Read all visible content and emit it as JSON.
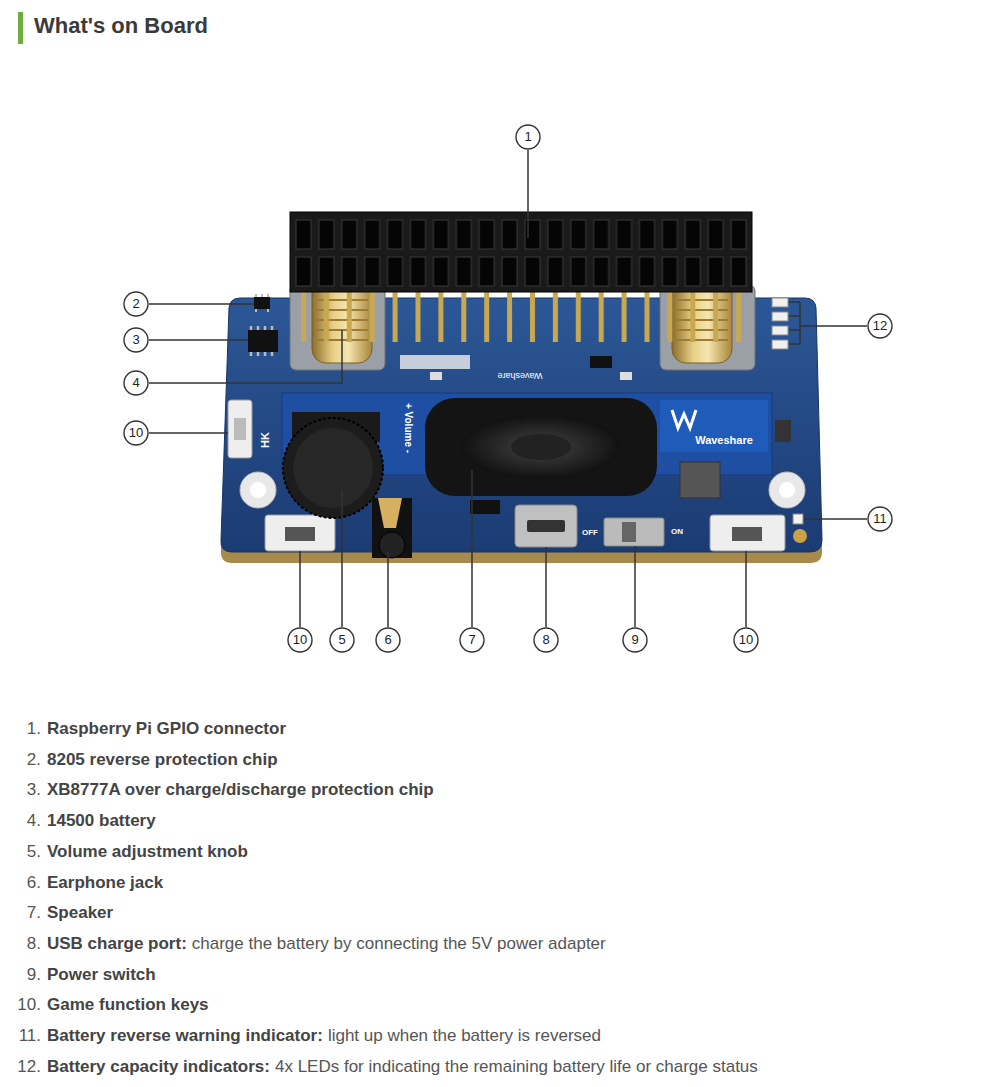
{
  "diagram": {
    "title": "What's on Board",
    "labels": [
      "1",
      "2",
      "12",
      "3",
      "4",
      "10",
      "11",
      "10",
      "5",
      "6",
      "7",
      "8",
      "9",
      "10",
      "Waveshare",
      "HK",
      "+ Volume -",
      "Waveshare",
      "OFF",
      "ON",
      "1.",
      "Raspberry Pi GPIO connector",
      "2.",
      "8205 reverse protection chip",
      "3.",
      "XB8777A over charge/discharge protection chip",
      "4.",
      "14500 battery",
      "5.",
      "Volume adjustment knob",
      "6.",
      "Earphone jack",
      "7.",
      "Speaker",
      "8.",
      "USB charge port:",
      "charge the battery by connecting the 5V power adapter",
      "9.",
      "Power switch",
      "10.",
      "Game function keys",
      "11.",
      "Battery reverse warning indicator:",
      "light up when the battery is reversed",
      "12.",
      "Battery capacity indicators:",
      "4x LEDs for indicating the remaining battery life or charge status"
    ]
  }
}
